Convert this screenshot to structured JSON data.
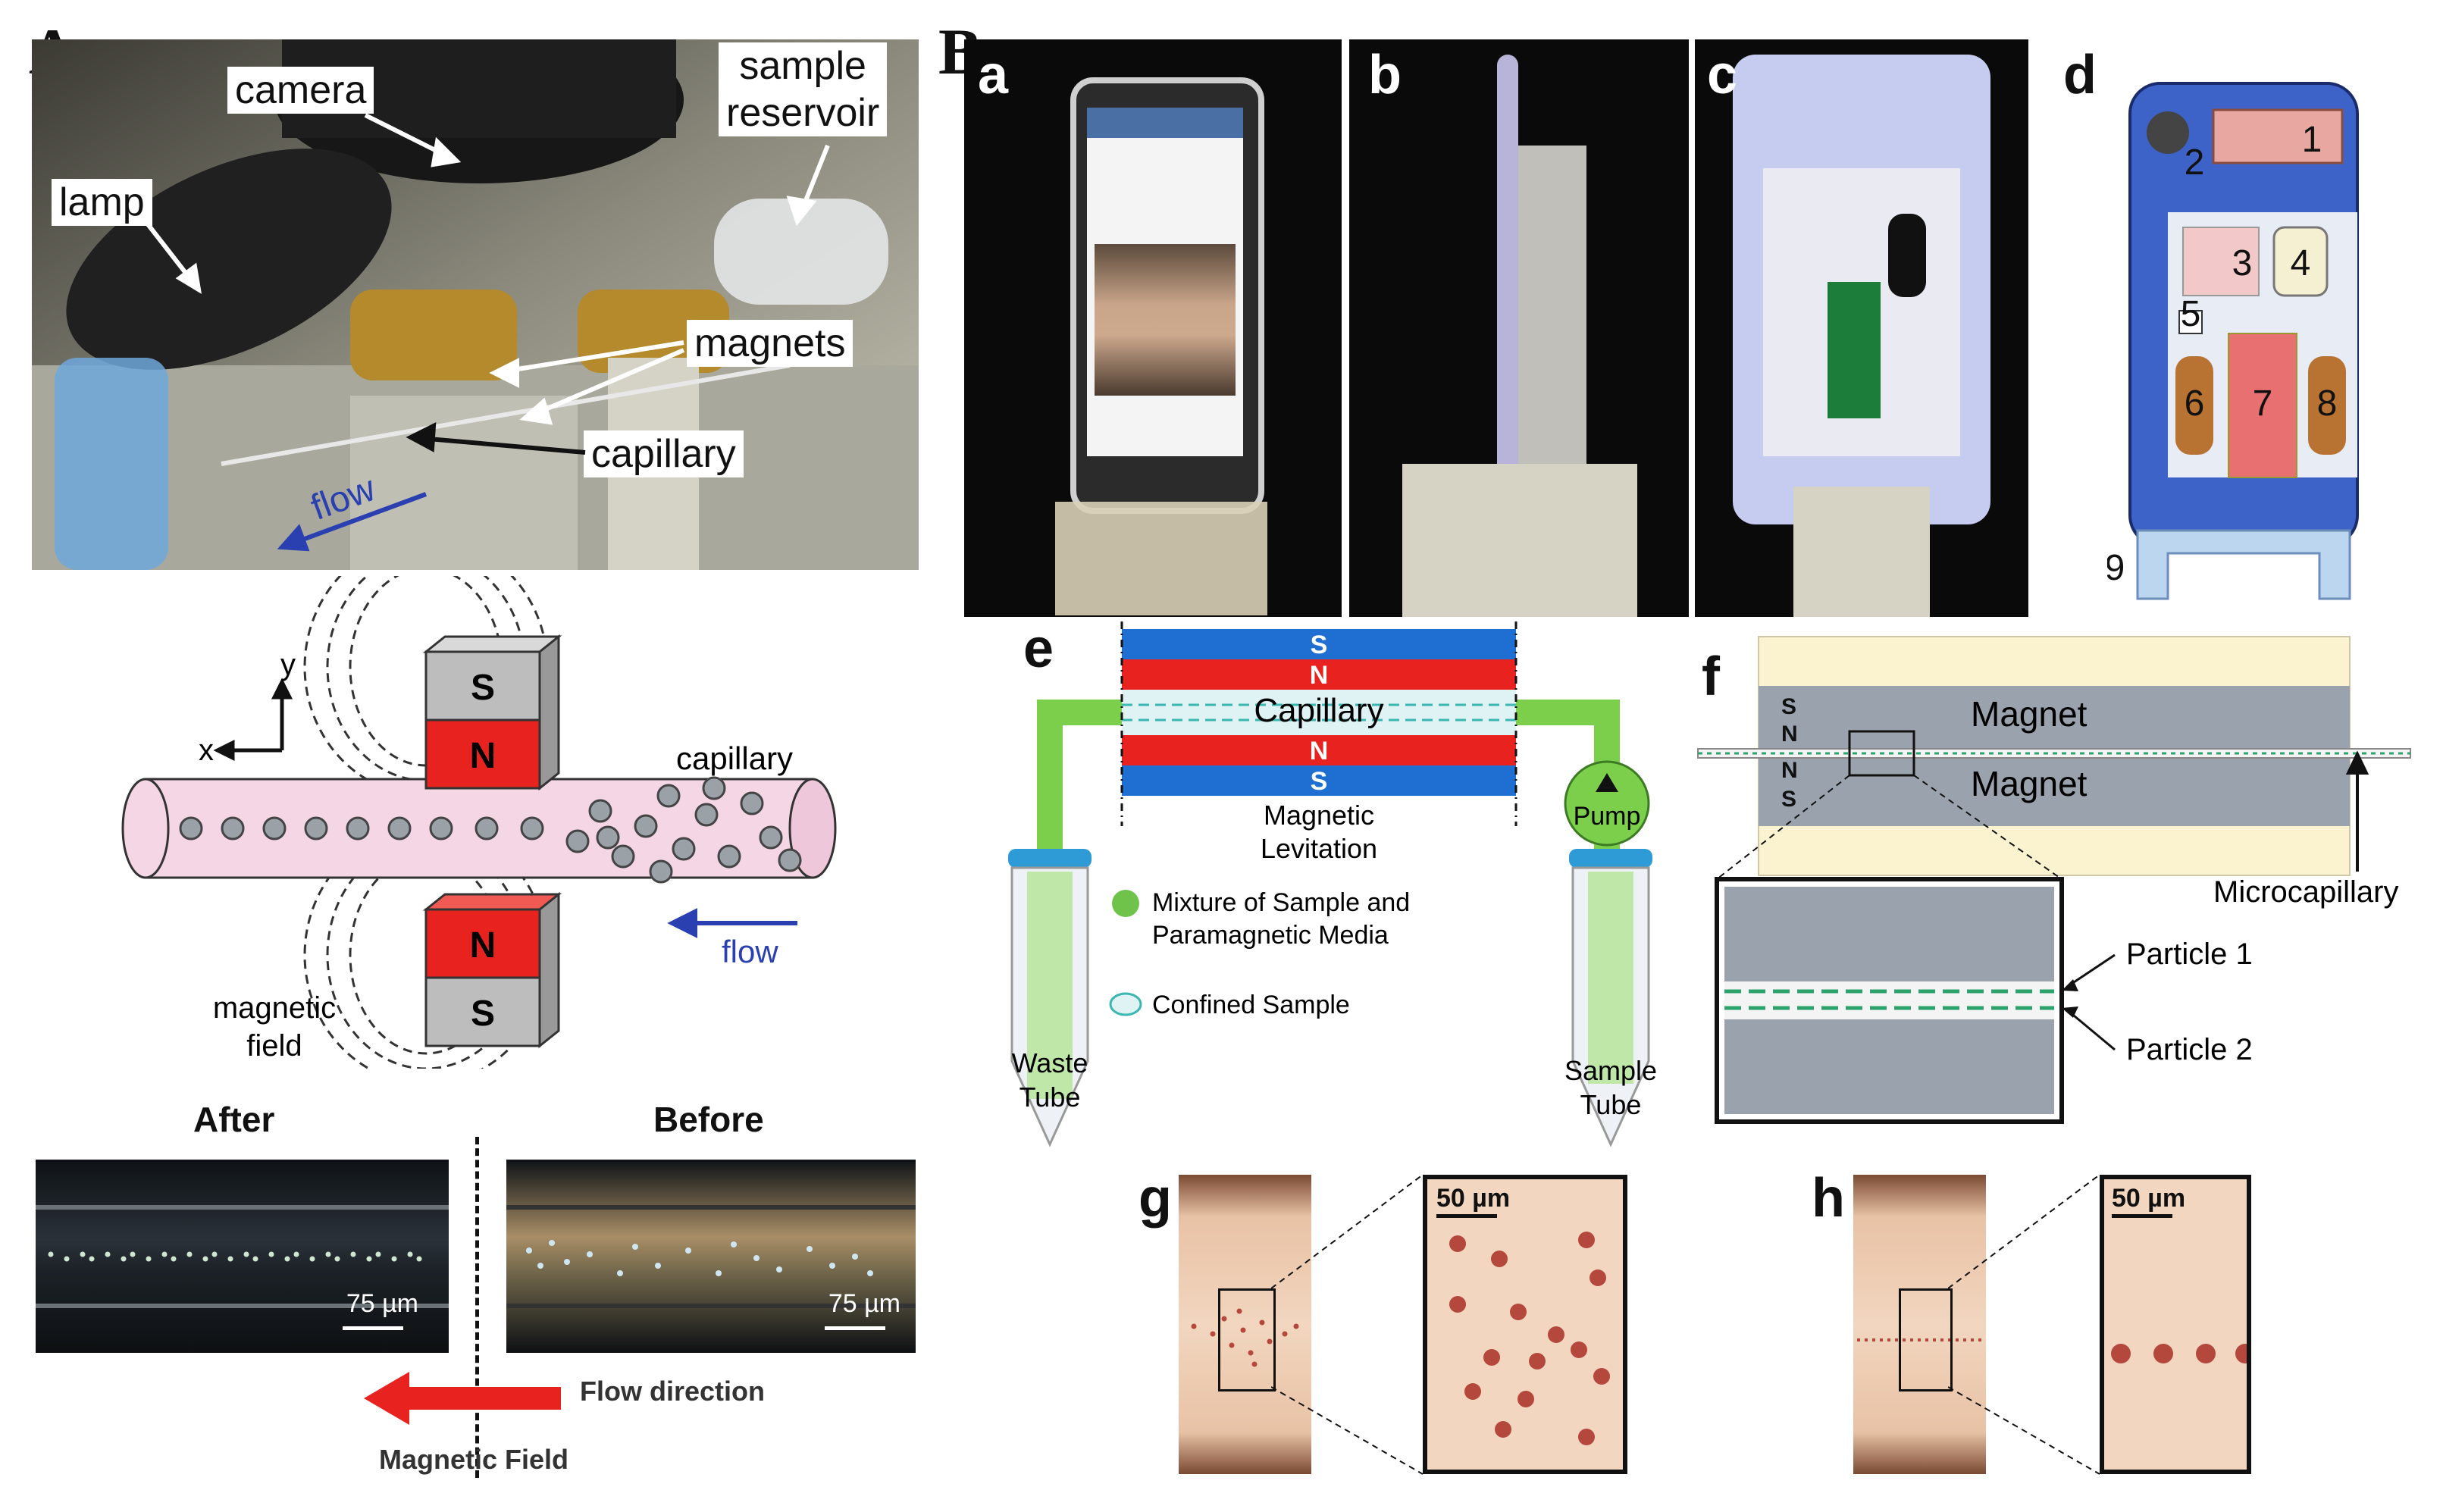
{
  "panel_labels": {
    "A": "A",
    "B": "B"
  },
  "sub_labels": {
    "a": "a",
    "b": "b",
    "c": "c",
    "d": "d",
    "e": "e",
    "f": "f",
    "g": "g",
    "h": "h"
  },
  "panelA": {
    "photo_labels": {
      "camera": "camera",
      "sample_reservoir": "sample\nreservoir",
      "lamp": "lamp",
      "magnets": "magnets",
      "capillary": "capillary",
      "flow": "flow"
    },
    "schematic": {
      "axis_y": "y",
      "axis_x": "x",
      "magnet_top_upper": "S",
      "magnet_top_lower": "N",
      "magnet_bottom_upper": "N",
      "magnet_bottom_lower": "S",
      "capillary": "capillary",
      "flow": "flow",
      "magnetic_field": "magnetic\nfield"
    },
    "micrographs": {
      "after": "After",
      "before": "Before",
      "scale_left": "75 µm",
      "scale_right": "75 µm",
      "flow_direction": "Flow direction",
      "magnetic_field": "Magnetic Field"
    }
  },
  "panelB": {
    "d_numbers": [
      "1",
      "2",
      "3",
      "4",
      "5",
      "6",
      "7",
      "8",
      "9"
    ],
    "e": {
      "magnet_top_S": "S",
      "magnet_top_N": "N",
      "capillary": "Capillary",
      "magnet_bottom_N": "N",
      "magnet_bottom_S": "S",
      "magnetic_levitation": "Magnetic\nLevitation",
      "pump": "Pump",
      "legend_mixture": "Mixture of Sample and\nParamagnetic      Media",
      "legend_confined": "Confined Sample",
      "waste_tube": "Waste\nTube",
      "sample_tube": "Sample\nTube"
    },
    "f": {
      "letters": [
        "S",
        "N",
        "N",
        "S"
      ],
      "magnet_top": "Magnet",
      "magnet_bottom": "Magnet",
      "microcapillary": "Microcapillary",
      "particle1": "Particle 1",
      "particle2": "Particle 2"
    },
    "g_scale": "50 µm",
    "h_scale": "50 µm"
  },
  "colors": {
    "magnet_red": "#e8231f",
    "magnet_blue": "#1e6fd1",
    "pipe_green": "#7ccf4a",
    "capillary_pink": "#f5d6e4",
    "micro_orange": "#d9a27a"
  }
}
